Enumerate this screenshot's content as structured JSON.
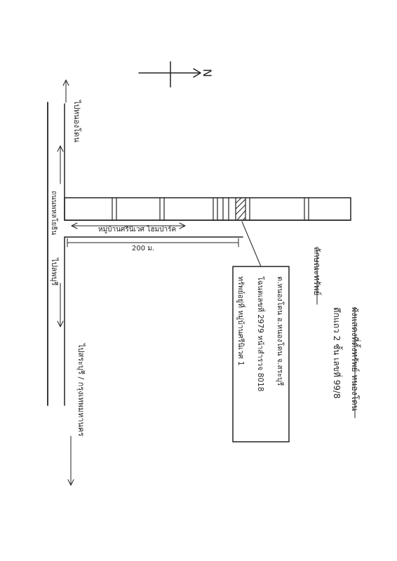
{
  "compass": {
    "label": "N"
  },
  "roads": {
    "main_road_name": "ถนนพหลโยธิน",
    "direction_left": "ไปลพบุรี",
    "direction_right": "ไปสระบุรี / กรุงเทพมหานคร",
    "road_top": "ไปหนองโดน"
  },
  "village": {
    "label": "หมู่บ้านศรีนิเวศ โฮมปาร์ค"
  },
  "distance": {
    "label": "200 ม."
  },
  "property_box": {
    "lines": [
      "ทรัพย์อยู่ที่ หมู่บ้านศรีนิเวศ 1",
      "โฉนดเลขที่ 2979 หน้าสำรวจ 8018",
      "ต.หนองโดน อ.หนองโดน จ.สระบุรี"
    ]
  },
  "header": {
    "line1": "ลักษณะทรัพย์",
    "line2": "ตึกแถว 2 ชั้น เลขที่ 99/8",
    "line3": "ผังแสดงที่ตั้งทรัพย์ หนองโดน"
  }
}
